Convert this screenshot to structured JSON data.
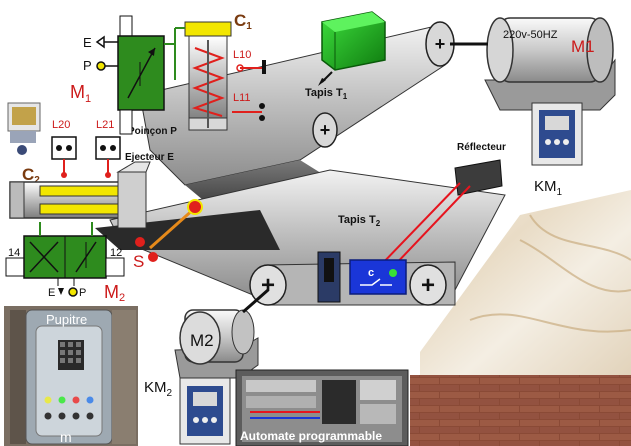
{
  "labels": {
    "e_top": "E",
    "p_top": "P",
    "m1_valve": "M",
    "m1_valve_sub": "1",
    "c1": "C",
    "c1_sub": "1",
    "l10": "L10",
    "l11": "L11",
    "poincon": "Poinçon P",
    "tapis_t1": "Tapis T",
    "tapis_t1_sub": "1",
    "motor_rating": "220v-50HZ",
    "motor_m1": "M1",
    "km1": "KM",
    "km1_sub": "1",
    "l20": "L20",
    "l21": "L21",
    "ejecteur": "Ejecteur E",
    "c2": "C",
    "c2_sub": "2",
    "reflecteur": "Réflecteur",
    "tapis_t2": "Tapis T",
    "tapis_t2_sub": "2",
    "sensor_c": "c",
    "s": "S",
    "port14": "14",
    "port12": "12",
    "m2_valve": "M",
    "m2_valve_sub": "2",
    "bottom_e": "E",
    "bottom_p": "P",
    "motor_m2": "M2",
    "km2": "KM",
    "km2_sub": "2",
    "pupitre": "Pupitre",
    "pupitre_m": "m",
    "automate": "Automate programmable"
  },
  "colors": {
    "valve_green": "#2e8b1e",
    "cylinder_yellow": "#f2e600",
    "spring_red": "#e0201c",
    "label_brown": "#7a3b10",
    "label_red": "#cc1a1a",
    "box_green": "#1fb51f",
    "sensor_blue": "#1a36d8",
    "laser_red": "#e6141e"
  }
}
